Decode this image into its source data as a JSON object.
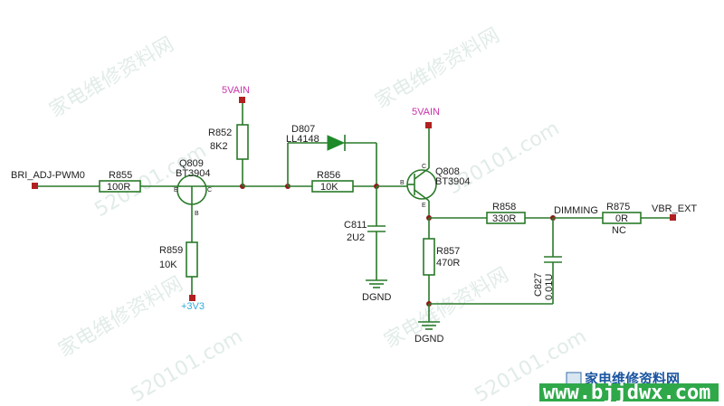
{
  "power": {
    "vain_top_left": "5VAIN",
    "vain_top_right": "5VAIN",
    "v3v3": "+3V3"
  },
  "ground": {
    "gnd_mid": "DGND",
    "gnd_right": "DGND"
  },
  "nets": {
    "input": "BRI_ADJ-PWM0",
    "dimming": "DIMMING",
    "output": "VBR_EXT"
  },
  "components": {
    "r855": {
      "ref": "R855",
      "value": "100R"
    },
    "q809": {
      "ref": "Q809",
      "value": "BT3904",
      "pin_e": "E",
      "pin_c": "C",
      "pin_b": "B"
    },
    "r852": {
      "ref": "R852",
      "value": "8K2"
    },
    "r859": {
      "ref": "R859",
      "value": "10K"
    },
    "d807": {
      "ref": "D807",
      "value": "LL4148"
    },
    "r856": {
      "ref": "R856",
      "value": "10K"
    },
    "c811": {
      "ref": "C811",
      "value": "2U2"
    },
    "q808": {
      "ref": "Q808",
      "value": "BT3904",
      "pin_b": "B",
      "pin_c": "C",
      "pin_e": "E"
    },
    "r857": {
      "ref": "R857",
      "value": "470R"
    },
    "r858": {
      "ref": "R858",
      "value": "330R"
    },
    "c827": {
      "ref": "C827",
      "value": "0.01U"
    },
    "r875": {
      "ref": "R875",
      "value": "0R",
      "note": "NC"
    }
  },
  "watermark": {
    "site": "www.bjjdwx.com",
    "brand": "家电维修资料网",
    "faint_text": "家电维修资料网",
    "faint_url": "520101.com"
  }
}
